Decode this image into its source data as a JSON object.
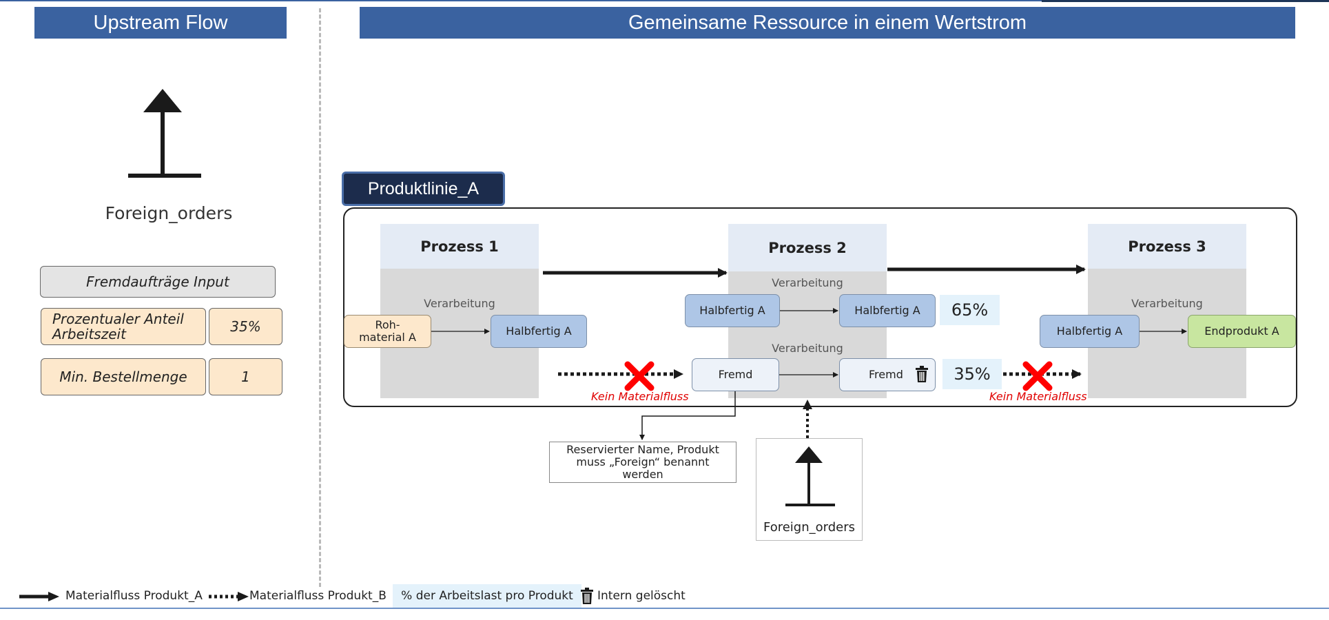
{
  "left_panel": {
    "title": "Upstream Flow",
    "node_label": "Foreign_orders",
    "params": {
      "header": "Fremdaufträge Input",
      "percent_label": "Prozentualer Anteil Arbeitszeit",
      "percent_value": "35%",
      "min_order_label": "Min. Bestellmenge",
      "min_order_value": "1"
    }
  },
  "right_panel": {
    "title": "Gemeinsame Ressource in einem Wertstrom",
    "product_line": "Produktlinie_A",
    "processes": [
      {
        "name": "Prozess 1",
        "activity": "Verarbeitung"
      },
      {
        "name": "Prozess 2",
        "activity": "Verarbeitung",
        "activity_2": "Verarbeitung"
      },
      {
        "name": "Prozess 3",
        "activity": "Verarbeitung"
      }
    ],
    "items": {
      "p1_input": "Roh-\nmaterial A",
      "p1_output": "Halbfertig A",
      "p2_input_a": "Halbfertig A",
      "p2_output_a": "Halbfertig A",
      "p2_input_b": "Fremd",
      "p2_output_b": "Fremd",
      "p3_input": "Halbfertig A",
      "p3_output": "Endprodukt A"
    },
    "share_a": "65%",
    "share_b": "35%",
    "no_flow_label": "Kein Materialfluss",
    "note": "Reservierter Name, Produkt muss „Foreign“ benannt werden",
    "source_label": "Foreign_orders"
  },
  "legend": {
    "solid": "Materialfluss Produkt_A",
    "dotted": "Materialfluss Produkt_B",
    "percent": "% der Arbeitslast pro Produkt",
    "deleted": "Intern gelöscht"
  },
  "colors": {
    "banner": "#3a62a0",
    "product_line_tag": "#1c2c4c",
    "raw_material": "#fde8cc",
    "semi_finished": "#aec6e6",
    "final_product": "#c8e6a0",
    "foreign": "#edf2f9",
    "no_flow": "#e00000"
  },
  "icons": {
    "source": "foreign-orders-source-icon",
    "deleted": "trash-icon",
    "no_flow": "red-x-icon"
  }
}
